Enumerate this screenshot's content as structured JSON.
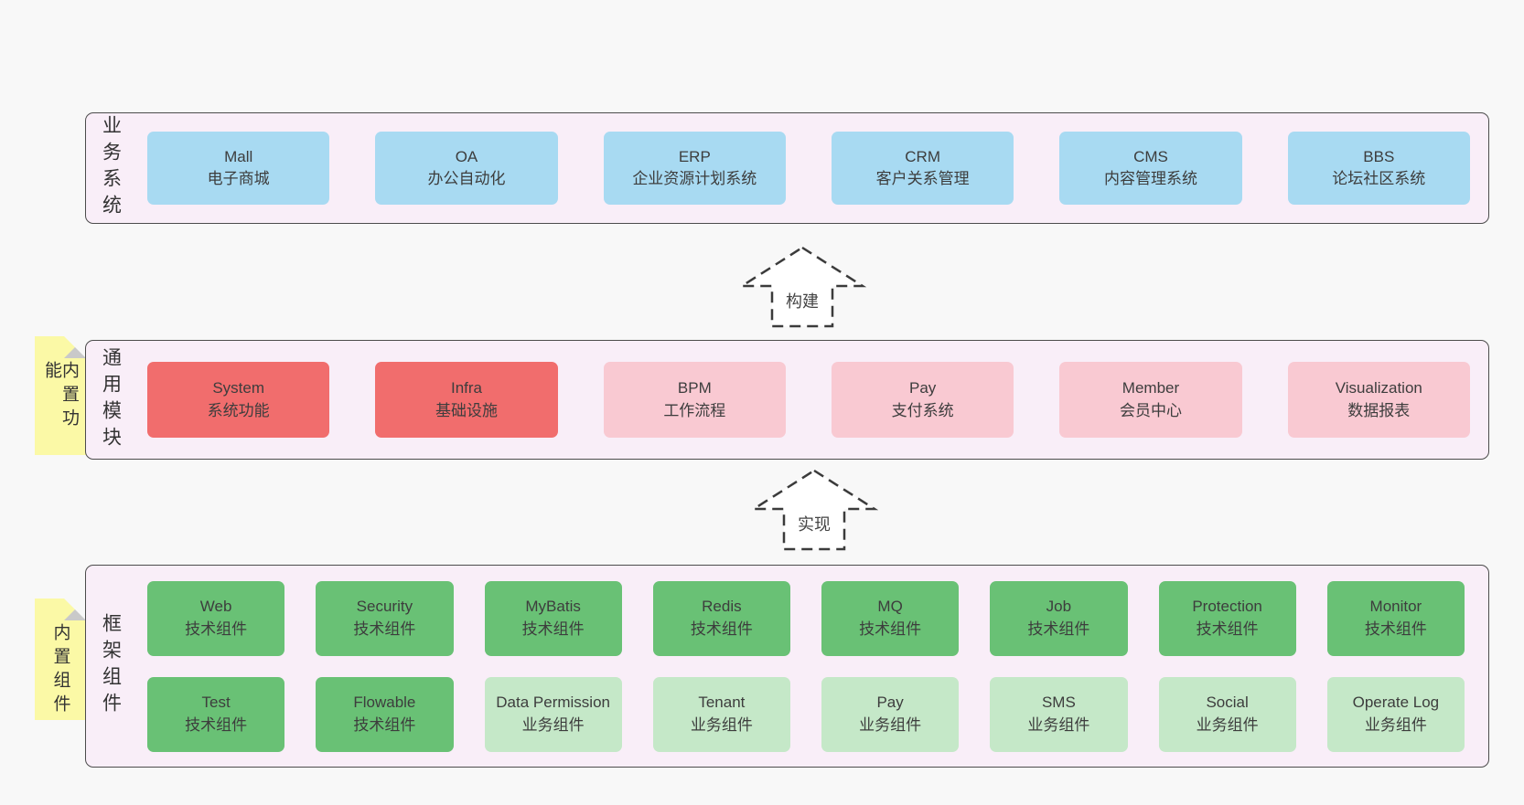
{
  "colors": {
    "page_bg": "#f8f8f8",
    "layer_bg": "#f9eef8",
    "layer_border": "#4c4c4c",
    "blue": "#a8daf2",
    "red": "#f16d6d",
    "pink": "#f9c9d2",
    "green": "#69c175",
    "light_green": "#c5e8c8",
    "note_yellow": "#fbf9a6",
    "note_fold": "#c9c9c9"
  },
  "arrows": {
    "build": "构建",
    "implement": "实现"
  },
  "notes": {
    "features": "内置功能",
    "components": "内置组件"
  },
  "layers": {
    "business": {
      "label": "业务系统",
      "boxes": [
        {
          "title": "Mall",
          "subtitle": "电子商城"
        },
        {
          "title": "OA",
          "subtitle": "办公自动化"
        },
        {
          "title": "ERP",
          "subtitle": "企业资源计划系统"
        },
        {
          "title": "CRM",
          "subtitle": "客户关系管理"
        },
        {
          "title": "CMS",
          "subtitle": "内容管理系统"
        },
        {
          "title": "BBS",
          "subtitle": "论坛社区系统"
        }
      ]
    },
    "modules": {
      "label": "通用模块",
      "boxes": [
        {
          "title": "System",
          "subtitle": "系统功能"
        },
        {
          "title": "Infra",
          "subtitle": "基础设施"
        },
        {
          "title": "BPM",
          "subtitle": "工作流程"
        },
        {
          "title": "Pay",
          "subtitle": "支付系统"
        },
        {
          "title": "Member",
          "subtitle": "会员中心"
        },
        {
          "title": "Visualization",
          "subtitle": "数据报表"
        }
      ]
    },
    "framework": {
      "label": "框架组件",
      "row1": [
        {
          "title": "Web",
          "subtitle": "技术组件"
        },
        {
          "title": "Security",
          "subtitle": "技术组件"
        },
        {
          "title": "MyBatis",
          "subtitle": "技术组件"
        },
        {
          "title": "Redis",
          "subtitle": "技术组件"
        },
        {
          "title": "MQ",
          "subtitle": "技术组件"
        },
        {
          "title": "Job",
          "subtitle": "技术组件"
        },
        {
          "title": "Protection",
          "subtitle": "技术组件"
        },
        {
          "title": "Monitor",
          "subtitle": "技术组件"
        }
      ],
      "row2": [
        {
          "title": "Test",
          "subtitle": "技术组件"
        },
        {
          "title": "Flowable",
          "subtitle": "技术组件"
        },
        {
          "title": "Data Permission",
          "subtitle": "业务组件"
        },
        {
          "title": "Tenant",
          "subtitle": "业务组件"
        },
        {
          "title": "Pay",
          "subtitle": "业务组件"
        },
        {
          "title": "SMS",
          "subtitle": "业务组件"
        },
        {
          "title": "Social",
          "subtitle": "业务组件"
        },
        {
          "title": "Operate Log",
          "subtitle": "业务组件"
        }
      ]
    }
  }
}
